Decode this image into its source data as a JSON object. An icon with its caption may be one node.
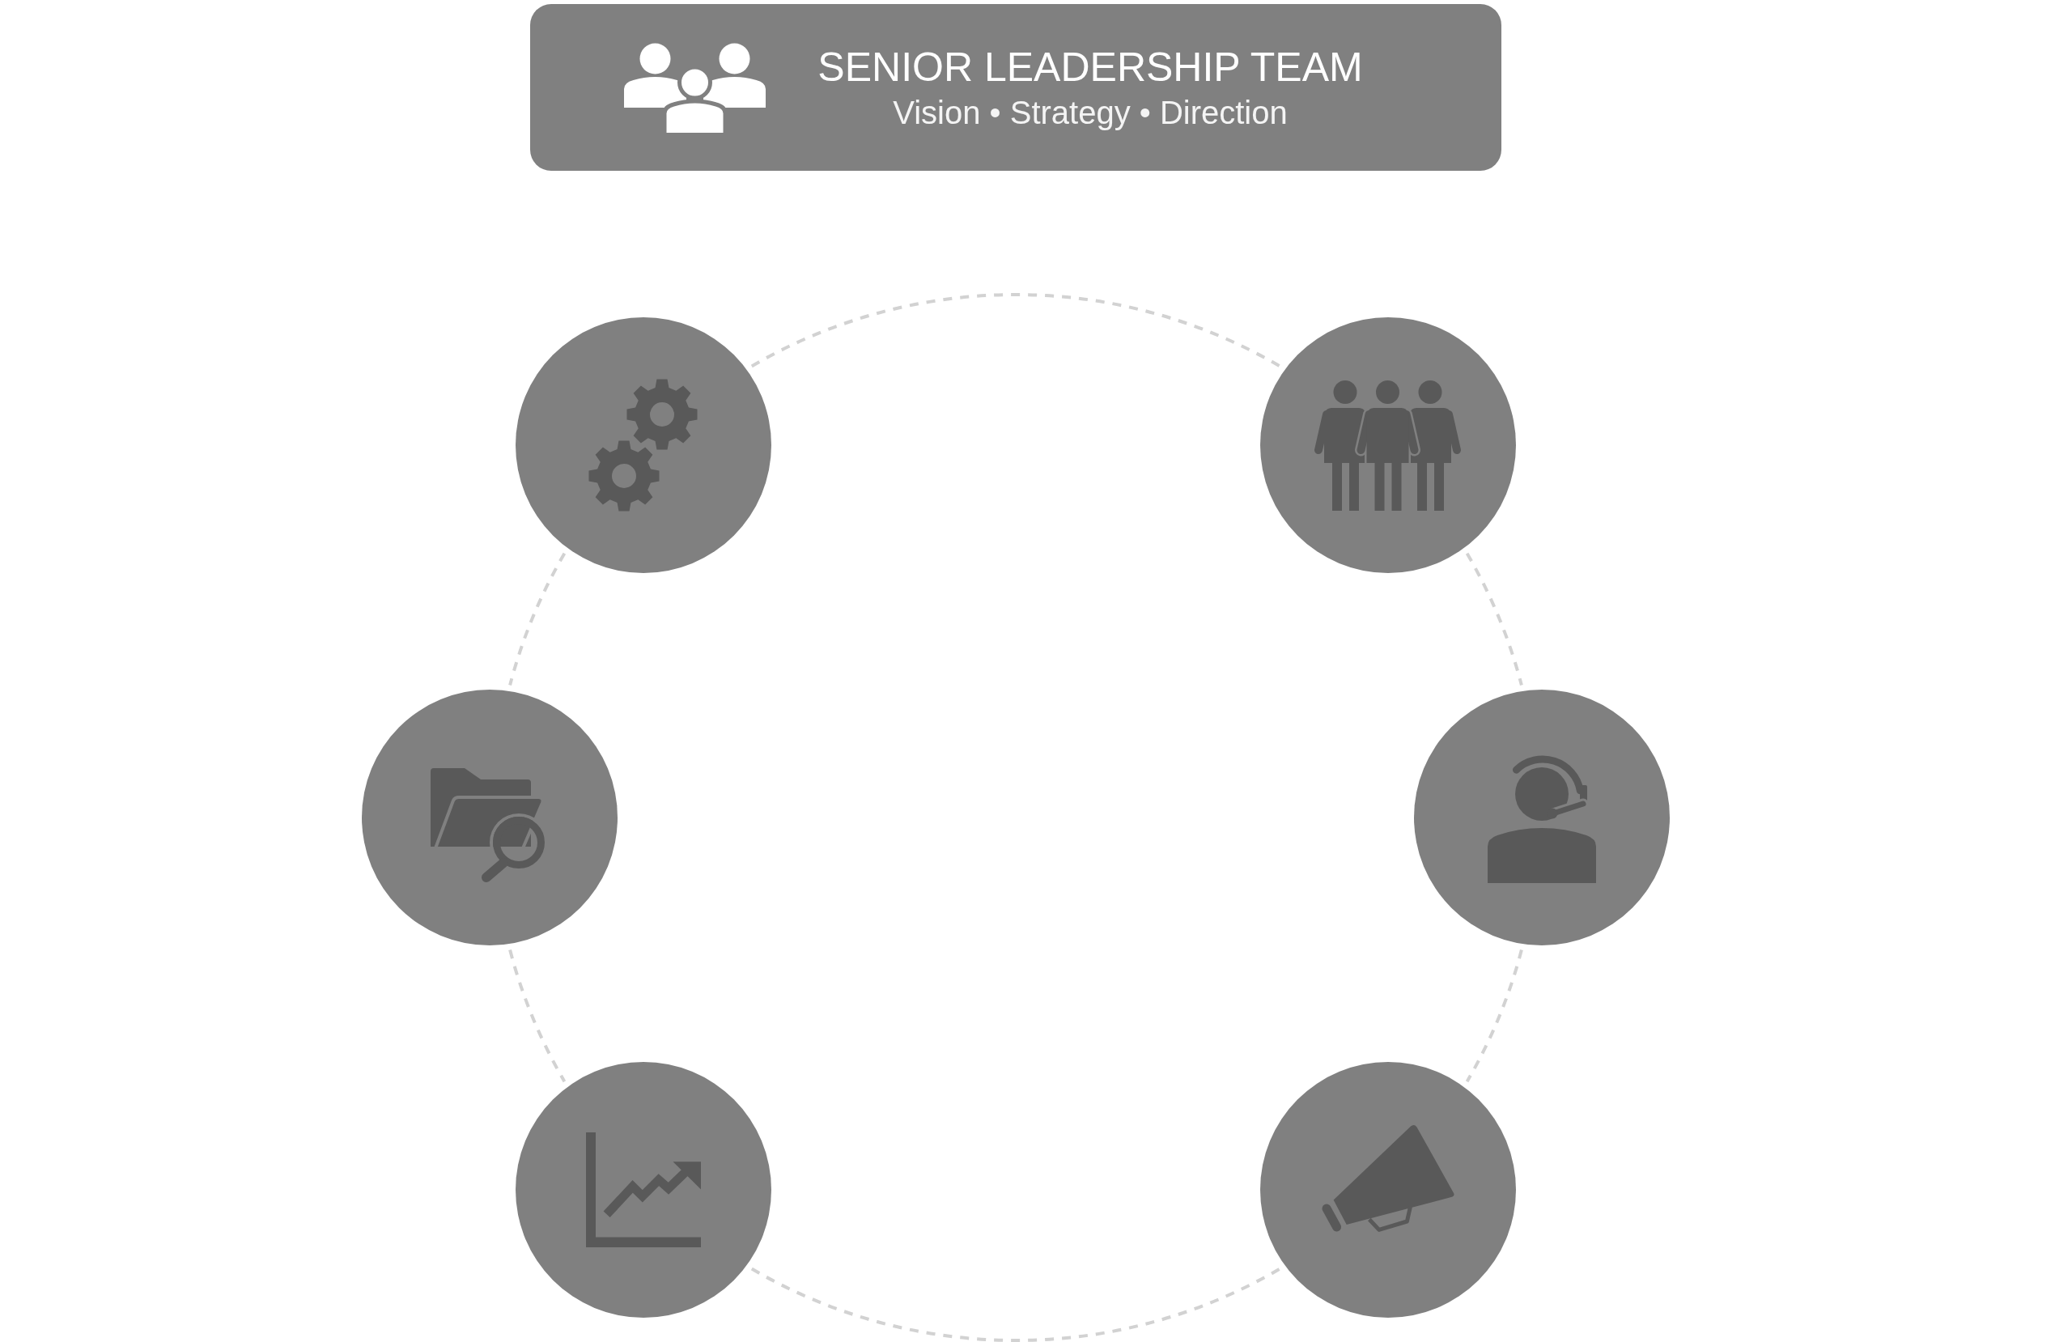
{
  "diagram": {
    "nodes": [
      {
        "text": [
          "SENIOR LEADERSHIP TEAM",
          "Vision • Strategy • Direction"
        ]
      },
      {
        "text": [],
        "shape": "circle"
      },
      {
        "text": [],
        "shape": "circle"
      },
      {
        "text": [],
        "shape": "circle"
      },
      {
        "text": [],
        "shape": "circle"
      },
      {
        "text": [],
        "shape": "circle"
      },
      {
        "text": [],
        "shape": "circle"
      }
    ],
    "edges": [
      {
        "from": 1,
        "to": 2,
        "arrow": "none",
        "style": "dashed"
      },
      {
        "from": 1,
        "to": 3,
        "arrow": "none",
        "style": "dashed"
      },
      {
        "from": 2,
        "to": 4,
        "arrow": "none",
        "style": "dashed"
      },
      {
        "from": 3,
        "to": 5,
        "arrow": "none",
        "style": "dashed"
      },
      {
        "from": 4,
        "to": 6,
        "arrow": "none",
        "style": "dashed"
      },
      {
        "from": 5,
        "to": 6,
        "arrow": "none",
        "style": "dashed"
      }
    ]
  }
}
